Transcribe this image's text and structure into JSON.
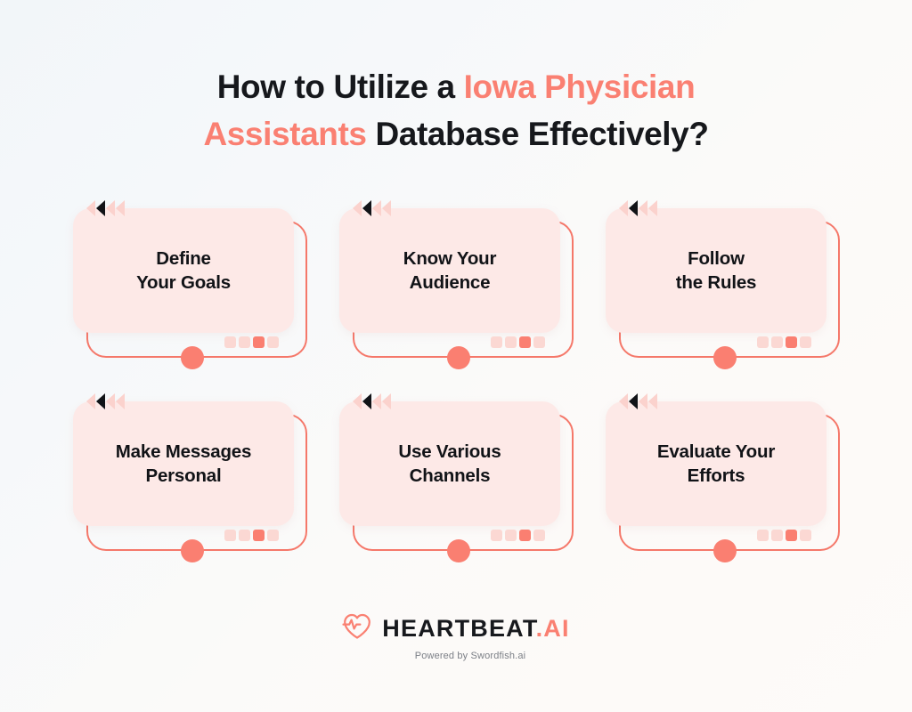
{
  "page": {
    "background_start": "#f2f6f9",
    "background_end": "#fdfaf8"
  },
  "title": {
    "part1": "How to Utilize a ",
    "highlight1": "Iowa Physician",
    "part2": " ",
    "highlight2": "Assistants",
    "part3": " Database Effectively?",
    "text_color": "#16181c",
    "highlight_color": "#fa8072"
  },
  "cards": [
    {
      "label": "Define\nYour Goals",
      "arrow_dark_index": 1,
      "square_active_index": 2
    },
    {
      "label": "Know Your\nAudience",
      "arrow_dark_index": 1,
      "square_active_index": 2
    },
    {
      "label": "Follow\nthe Rules",
      "arrow_dark_index": 1,
      "square_active_index": 2
    },
    {
      "label": "Make Messages\nPersonal",
      "arrow_dark_index": 1,
      "square_active_index": 2
    },
    {
      "label": "Use Various\nChannels",
      "arrow_dark_index": 1,
      "square_active_index": 2
    },
    {
      "label": "Evaluate Your\nEfforts",
      "arrow_dark_index": 1,
      "square_active_index": 2
    }
  ],
  "card_style": {
    "fill_color": "#fde9e7",
    "outline_color": "#f5786a",
    "dot_color": "#fa7f71",
    "square_color": "#fbd8d3",
    "square_active_color": "#fa7f71",
    "arrow_color": "#fbd2cd",
    "arrow_dark_color": "#111317",
    "label_color": "#111317"
  },
  "footer": {
    "logo_name": "HEARTBEAT",
    "logo_suffix": ".AI",
    "tagline": "Powered by Swordfish.ai",
    "heart_icon": "heart-pulse-icon",
    "accent_color": "#fa8072"
  }
}
